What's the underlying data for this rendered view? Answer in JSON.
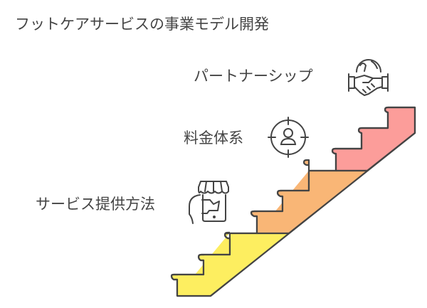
{
  "title": "フットケアサービスの事業モデル開発",
  "steps": [
    {
      "label": "パートナーシップ",
      "icon": "handshake-globe-icon",
      "color": "#FC9D9A"
    },
    {
      "label": "料金体系",
      "icon": "target-user-icon",
      "color": "#F9B676"
    },
    {
      "label": "サービス提供方法",
      "icon": "mobile-store-icon",
      "color": "#FDEE60"
    }
  ]
}
